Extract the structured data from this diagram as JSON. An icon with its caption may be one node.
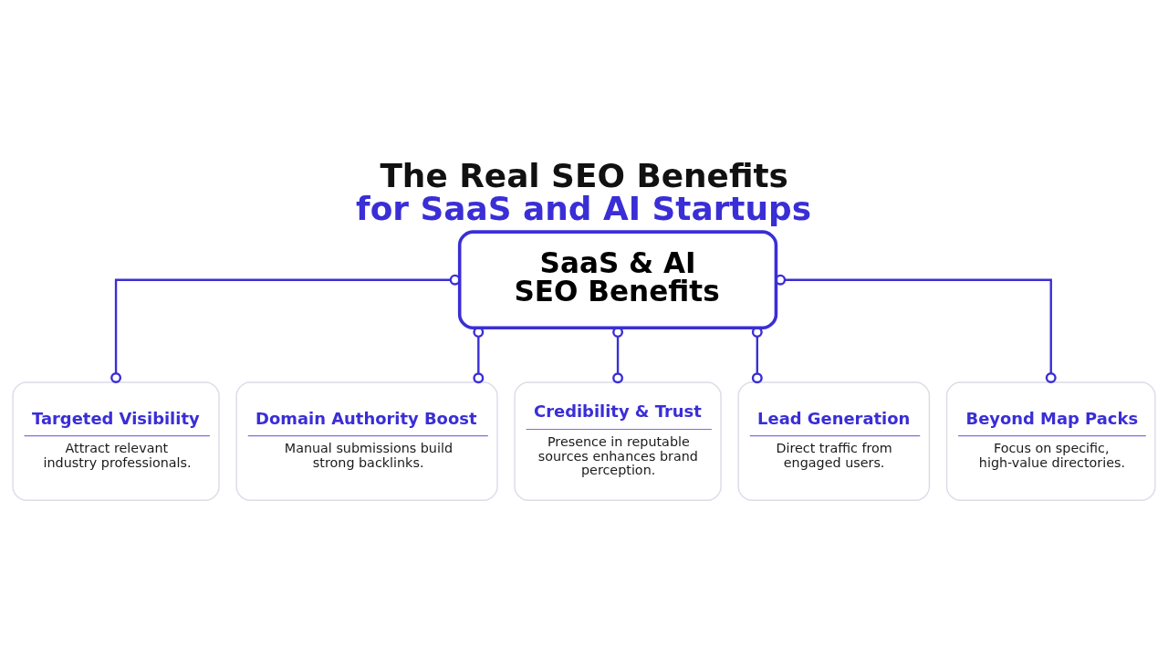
{
  "diagram": {
    "title": "The Real SEO Benefits for SaaS and AI Startups",
    "nodes": [
      {
        "text": [
          "SaaS & AI SEO Benefits"
        ]
      },
      {
        "text": [
          "Targeted Visibility",
          "Attract relevant industry professionals."
        ]
      },
      {
        "text": [
          "Domain Authority Boost",
          "Manual submissions build strong backlinks."
        ]
      },
      {
        "text": [
          "Credibility & Trust",
          "Presence in reputable sources enhances brand perception."
        ]
      },
      {
        "text": [
          "Lead Generation",
          "Direct traffic from engaged users."
        ]
      },
      {
        "text": [
          "Beyond Map Packs",
          "Focus on specific, high-value directories."
        ]
      }
    ],
    "edges": [
      {
        "from": 0,
        "to": 1,
        "arrow": "other"
      },
      {
        "from": 0,
        "to": 2,
        "arrow": "other"
      },
      {
        "from": 0,
        "to": 3,
        "arrow": "other"
      },
      {
        "from": 0,
        "to": 4,
        "arrow": "other"
      },
      {
        "from": 0,
        "to": 5,
        "arrow": "other"
      }
    ]
  }
}
